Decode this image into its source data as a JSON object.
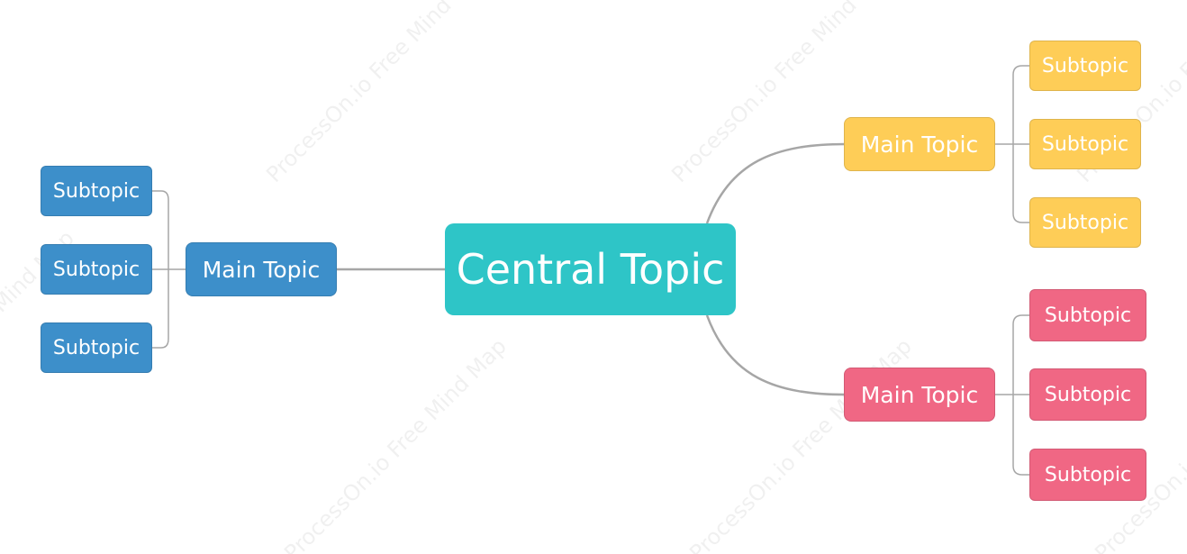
{
  "colors": {
    "central": "#2ec5c7",
    "blue": "#3d8fca",
    "yellow": "#fecd57",
    "pink": "#f06784",
    "line": "#a6a6a6"
  },
  "watermark_text": "ProcessOn.io Free Mind Map",
  "central": {
    "label": "Central Topic"
  },
  "branches": [
    {
      "label": "Main Topic",
      "color": "blue",
      "subtopics": [
        "Subtopic",
        "Subtopic",
        "Subtopic"
      ]
    },
    {
      "label": "Main Topic",
      "color": "yellow",
      "subtopics": [
        "Subtopic",
        "Subtopic",
        "Subtopic"
      ]
    },
    {
      "label": "Main Topic",
      "color": "pink",
      "subtopics": [
        "Subtopic",
        "Subtopic",
        "Subtopic"
      ]
    }
  ]
}
